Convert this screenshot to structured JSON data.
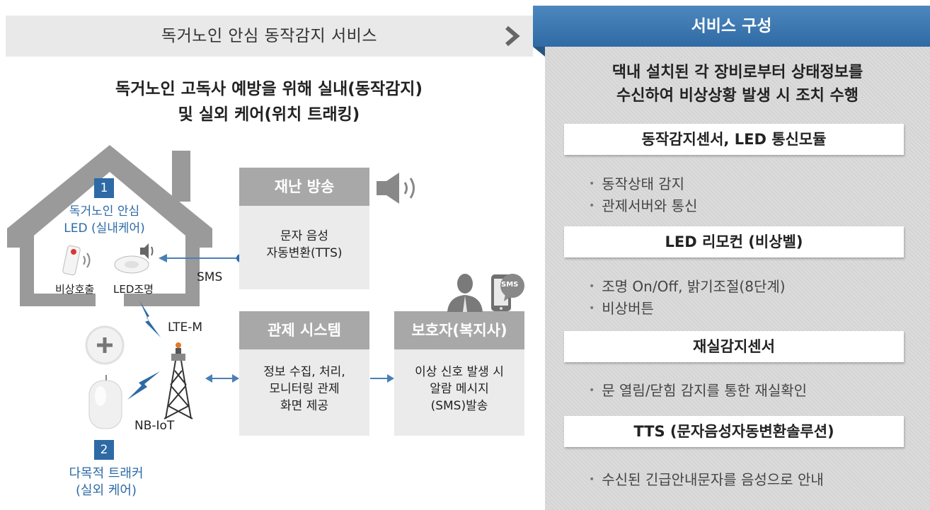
{
  "left_header": {
    "title": "독거노인 안심 동작감지 서비스"
  },
  "subtitle": {
    "line1": "독거노인 고독사 예방을 위해 실내(동작감지)",
    "line2": "및 실외 케어(위치 트래킹)"
  },
  "house": {
    "badge": "1",
    "title_line1": "독거노인 안심",
    "title_line2": "LED (실내케어)",
    "device1_label": "비상호출",
    "device2_label": "LED조명"
  },
  "tracker": {
    "badge": "2",
    "title_line1": "다목적 트래커",
    "title_line2": "(실외 케어)"
  },
  "network": {
    "sms_label": "SMS",
    "lte_label": "LTE-M",
    "nbiot_label": "NB-IoT"
  },
  "disaster_box": {
    "title": "재난 방송",
    "line1": "문자 음성",
    "line2": "자동변환(TTS)"
  },
  "control_box": {
    "title": "관제 시스템",
    "line1": "정보 수집, 처리,",
    "line2": "모니터링 관제",
    "line3": "화면 제공"
  },
  "guardian_box": {
    "title": "보호자(복지사)",
    "line1": "이상 신호 발생 시",
    "line2": "알람 메시지",
    "line3": "(SMS)발송",
    "phone_badge": "SMS"
  },
  "right_panel": {
    "title": "서비스 구성",
    "intro_line1": "댁내 설치된 각 장비로부터 상태정보를",
    "intro_line2": "수신하여 비상상황 발생 시 조치 수행",
    "components": [
      {
        "name": "동작감지센서, LED 통신모듈",
        "bullets": [
          "동작상태 감지",
          "관제서버와 통신"
        ]
      },
      {
        "name": "LED 리모컨 (비상벨)",
        "bullets": [
          "조명 On/Off, 밝기조절(8단계)",
          "비상버튼"
        ]
      },
      {
        "name": "재실감지센서",
        "bullets": [
          "문 열림/닫힘 감지를 통한 재실확인"
        ]
      },
      {
        "name": "TTS (문자음성자동변환솔루션)",
        "bullets": [
          "수신된 긴급안내문자를 음성으로 안내"
        ]
      }
    ]
  },
  "colors": {
    "accent_blue": "#2d6aa6",
    "box_gray": "#ebebeb",
    "box_head_gray": "#a8a8a8",
    "house_gray": "#9a9a9a"
  }
}
